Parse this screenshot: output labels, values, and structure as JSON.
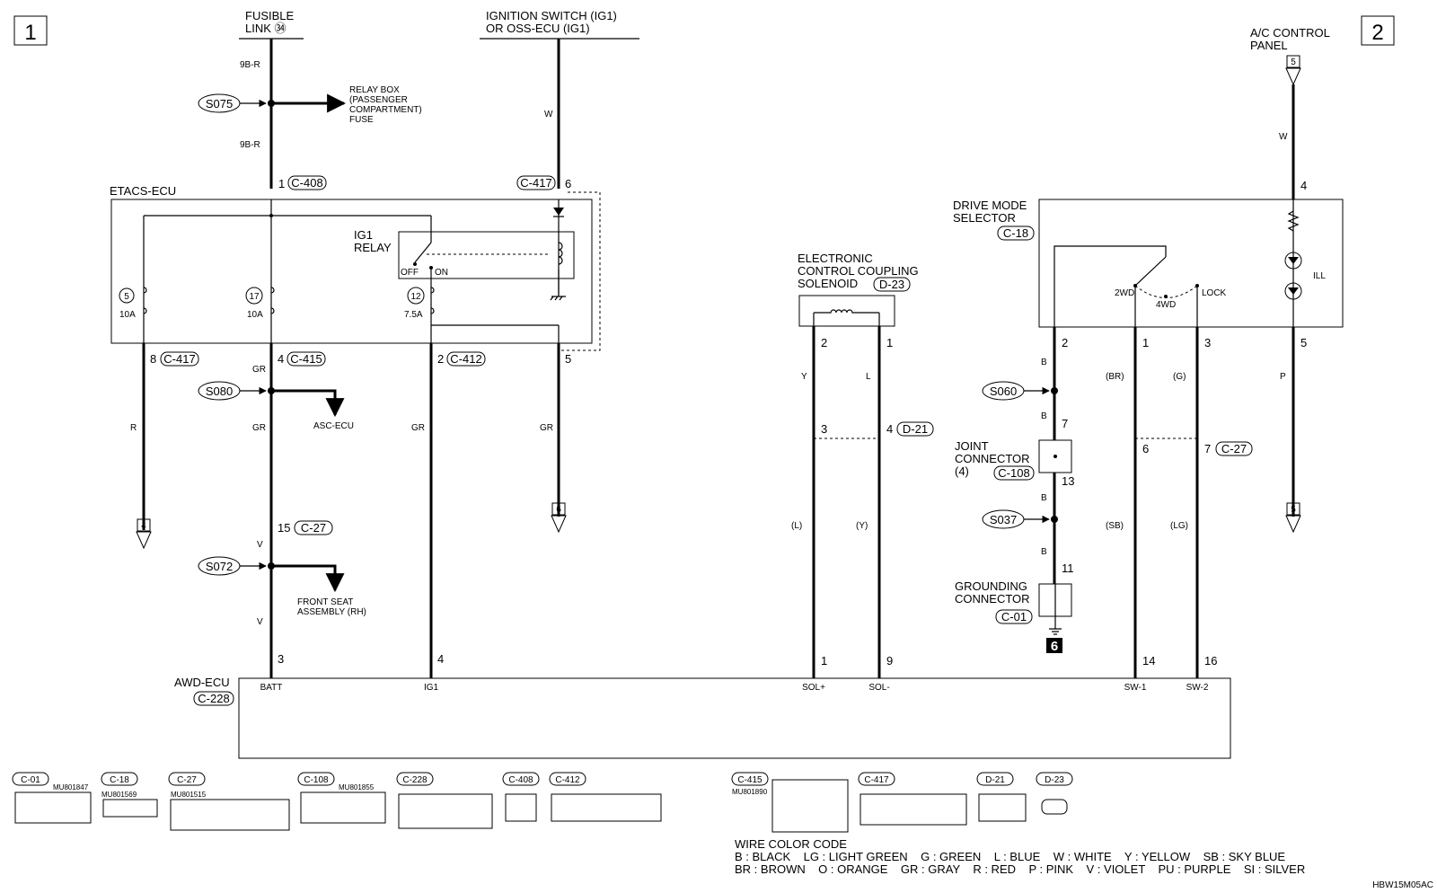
{
  "page_markers": [
    "1",
    "2"
  ],
  "sources": {
    "fusible_link": [
      "FUSIBLE",
      "LINK ㉞"
    ],
    "ignition": [
      "IGNITION SWITCH (IG1)",
      "OR OSS-ECU (IG1)"
    ],
    "ac_panel": [
      "A/C CONTROL",
      "PANEL"
    ]
  },
  "relay_box": [
    "RELAY BOX",
    "(PASSENGER",
    "COMPARTMENT)",
    "FUSE"
  ],
  "splices": {
    "s075": "S075",
    "s080": "S080",
    "s072": "S072",
    "s060": "S060",
    "s037": "S037"
  },
  "dest": {
    "asc": "ASC-ECU",
    "front_seat": [
      "FRONT SEAT",
      "ASSEMBLY (RH)"
    ]
  },
  "wire_colors": {
    "w9br_a": "9B-R",
    "w9br_b": "9B-R",
    "wig": "W",
    "wac": "W",
    "r": "R",
    "gr1": "GR",
    "gr2": "GR",
    "gr3": "GR",
    "gr4": "GR",
    "v1": "V",
    "v2": "V",
    "y": "Y",
    "l": "L",
    "l_paren": "(L)",
    "y_paren": "(Y)",
    "b1": "B",
    "b2": "B",
    "b3": "B",
    "b4": "B",
    "br": "(BR)",
    "g": "(G)",
    "sb": "(SB)",
    "lg": "(LG)",
    "p": "P"
  },
  "etacs": {
    "name": "ETACS-ECU",
    "relay": [
      "IG1",
      "RELAY"
    ],
    "off": "OFF",
    "on": "ON",
    "fuses": [
      {
        "num": "5",
        "amp": "10A"
      },
      {
        "num": "17",
        "amp": "10A"
      },
      {
        "num": "12",
        "amp": "7.5A"
      }
    ]
  },
  "connectors": {
    "c408": "C-408",
    "c417a": "C-417",
    "c417b": "C-417",
    "c415": "C-415",
    "c412": "C-412",
    "c27a": "C-27",
    "c27b": "C-27",
    "d21": "D-21",
    "d23": "D-23",
    "c18": "C-18",
    "c108": "C-108",
    "c01": "C-01",
    "c228": "C-228"
  },
  "pins": {
    "p1": "1",
    "p6": "6",
    "p8": "8",
    "p4a": "4",
    "p2a": "2",
    "p5a": "5",
    "p15": "15",
    "p3a": "3",
    "p4b": "4",
    "p1b": "1",
    "p9": "9",
    "s2": "2",
    "s1": "1",
    "s3b": "3",
    "s4b": "4",
    "dm2": "2",
    "dm1": "1",
    "dm3": "3",
    "dm5": "5",
    "dm4": "4",
    "j7": "7",
    "j13": "13",
    "g11": "11",
    "c6": "6",
    "c7": "7",
    "a14": "14",
    "a16": "16"
  },
  "offpage": {
    "o4": "4",
    "o6": "6",
    "o5a": "5",
    "o5b": "5"
  },
  "solenoid": [
    "ELECTRONIC",
    "CONTROL COUPLING",
    "SOLENOID"
  ],
  "drive_mode": {
    "name": [
      "DRIVE MODE",
      "SELECTOR"
    ],
    "w2": "2WD",
    "w4": "4WD",
    "lock": "LOCK",
    "ill": "ILL"
  },
  "joint": [
    "JOINT",
    "CONNECTOR",
    "(4)"
  ],
  "grounding": [
    "GROUNDING",
    "CONNECTOR"
  ],
  "ground_no": "6",
  "awd": {
    "name": "AWD-ECU",
    "terms": {
      "batt": "BATT",
      "ig1": "IG1",
      "solp": "SOL+",
      "solm": "SOL-",
      "sw1": "SW-1",
      "sw2": "SW-2"
    }
  },
  "connector_legend": [
    {
      "id": "C-01",
      "part": "MU801847"
    },
    {
      "id": "C-18",
      "part": "MU801569"
    },
    {
      "id": "C-27",
      "part": "MU801515"
    },
    {
      "id": "C-108",
      "part": "MU801855"
    },
    {
      "id": "C-228",
      "part": ""
    },
    {
      "id": "C-408",
      "part": ""
    },
    {
      "id": "C-412",
      "part": ""
    },
    {
      "id": "C-415",
      "part": "MU801890"
    },
    {
      "id": "C-417",
      "part": ""
    },
    {
      "id": "D-21",
      "part": ""
    },
    {
      "id": "D-23",
      "part": ""
    }
  ],
  "wire_code": {
    "title": "WIRE COLOR CODE",
    "row1": "B : BLACK    LG : LIGHT GREEN    G : GREEN    L : BLUE    W : WHITE    Y : YELLOW    SB : SKY BLUE",
    "row2": "BR : BROWN    O : ORANGE    GR : GRAY    R : RED    P : PINK    V : VIOLET    PU : PURPLE    SI : SILVER"
  },
  "doc_code": "HBW15M05AC"
}
